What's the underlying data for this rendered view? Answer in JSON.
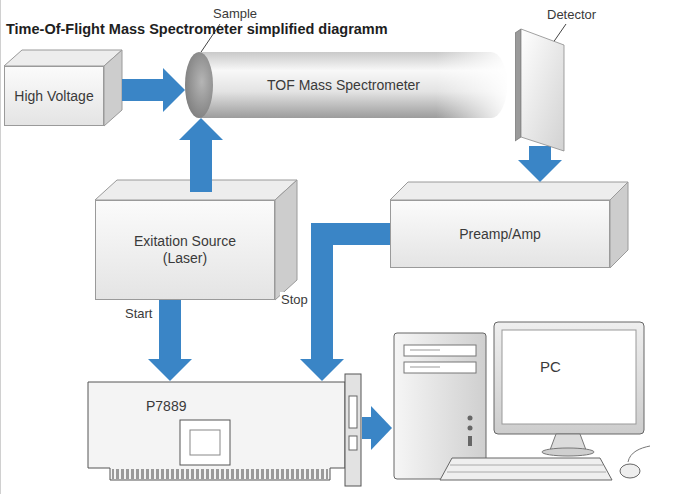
{
  "diagram": {
    "title": "Time-Of-Flight Mass Spectrometer simplified diagramm",
    "nodes": [
      {
        "text": [
          "High Voltage"
        ]
      },
      {
        "text": [
          "TOF Mass Spectrometer"
        ]
      },
      {
        "text": [
          "Detector"
        ]
      },
      {
        "text": [
          "Exitation Source (Laser)"
        ]
      },
      {
        "text": [
          "Preamp/Amp"
        ]
      },
      {
        "text": [
          "P7889"
        ]
      },
      {
        "text": [
          "PC"
        ]
      }
    ],
    "edges": [
      {
        "from": 0,
        "to": 1,
        "arrow": "to"
      },
      {
        "from": 3,
        "to": 1,
        "arrow": "to"
      },
      {
        "from": 2,
        "to": 4,
        "arrow": "to"
      },
      {
        "from": 3,
        "to": 5,
        "label": "Start",
        "arrow": "to"
      },
      {
        "from": 4,
        "to": 5,
        "label": "Stop",
        "arrow": "to"
      },
      {
        "from": 5,
        "to": 6,
        "arrow": "to"
      }
    ],
    "labels": [
      "Sample"
    ]
  }
}
